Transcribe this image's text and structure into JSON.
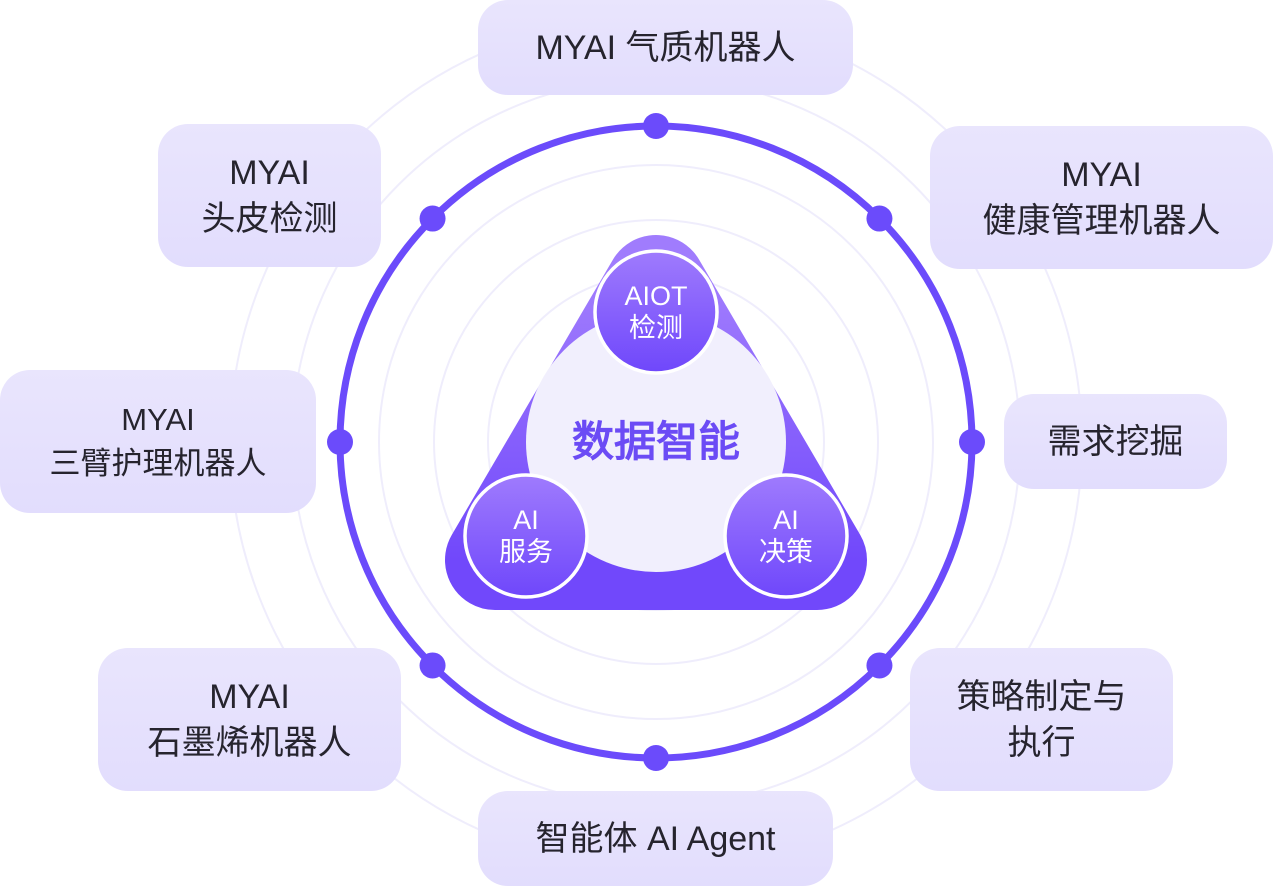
{
  "center": {
    "title": "数据智能",
    "nodes": [
      {
        "line1": "AIOT",
        "line2": "检测"
      },
      {
        "line1": "AI",
        "line2": "服务"
      },
      {
        "line1": "AI",
        "line2": "决策"
      }
    ]
  },
  "labels": [
    {
      "lines": [
        "MYAI 气质机器人"
      ]
    },
    {
      "lines": [
        "MYAI",
        "健康管理机器人"
      ]
    },
    {
      "lines": [
        "需求挖掘"
      ]
    },
    {
      "lines": [
        "策略制定与",
        "执行"
      ]
    },
    {
      "lines": [
        "智能体 AI Agent"
      ]
    },
    {
      "lines": [
        "MYAI",
        "石墨烯机器人"
      ]
    },
    {
      "lines": [
        "MYAI",
        "三臂护理机器人"
      ]
    },
    {
      "lines": [
        "MYAI",
        "头皮检测"
      ]
    }
  ],
  "colors": {
    "accent": "#6b4bfb",
    "box": "#e6e2fd",
    "ring": "#efedfc",
    "core": "#f1effd"
  }
}
